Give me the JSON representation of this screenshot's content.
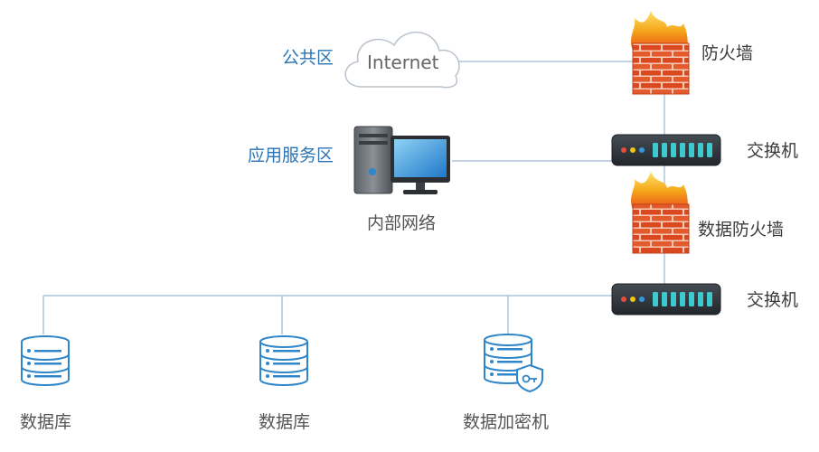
{
  "colors": {
    "zone_label": "#2a73b5",
    "line": "#9ab8d3",
    "brick": "#e35a2c",
    "flame": "#f6b11a",
    "switch_body": "#2d3339",
    "switch_port": "#3ec9cf",
    "db_blue": "#2f86c9"
  },
  "zones": {
    "public": "公共区",
    "app": "应用服务区"
  },
  "nodes": {
    "internet": {
      "label": "Internet",
      "icon": "cloud-icon"
    },
    "firewall": {
      "label": "防火墙",
      "icon": "firewall-icon"
    },
    "switch_top": {
      "label": "交换机",
      "icon": "switch-icon"
    },
    "workstation": {
      "label": "内部网络",
      "icon": "computer-icon"
    },
    "data_firewall": {
      "label": "数据防火墙",
      "icon": "firewall-icon"
    },
    "switch_bottom": {
      "label": "交换机",
      "icon": "switch-icon"
    },
    "db1": {
      "label": "数据库",
      "icon": "database-icon"
    },
    "db2": {
      "label": "数据库",
      "icon": "database-icon"
    },
    "db_encrypt": {
      "label": "数据加密机",
      "icon": "encrypted-database-icon"
    }
  }
}
